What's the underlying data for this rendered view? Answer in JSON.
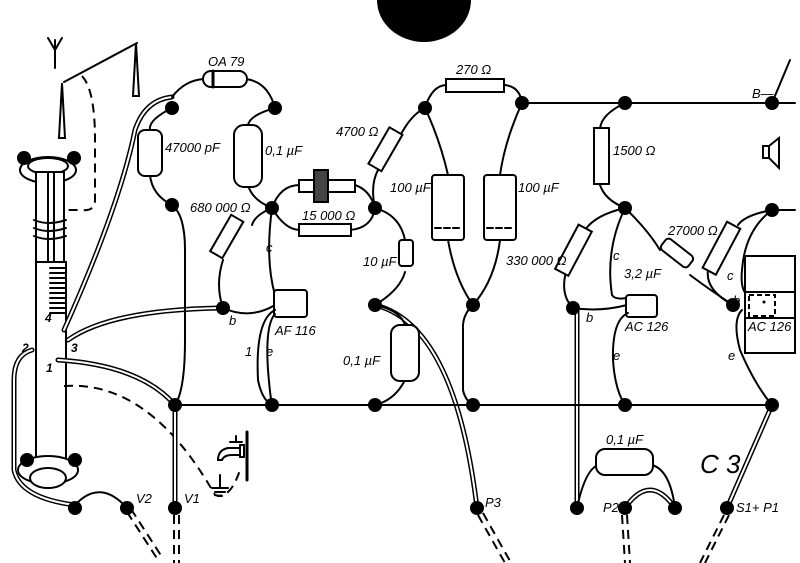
{
  "diagram": {
    "title": "C 3",
    "colors": {
      "ink": "#000000",
      "paper": "#ffffff"
    },
    "components": {
      "diode": "OA 79",
      "c1": "47000 pF",
      "c2": "0,1 µF",
      "r_680k": "680 000 Ω",
      "r_15k": "15 000 Ω",
      "r_4700": "4700 Ω",
      "r_270": "270 Ω",
      "c_100a": "100 µF",
      "c_100b": "100 µF",
      "c_10": "10 µF",
      "c_01_mid": "0,1 µF",
      "r_330k": "330 000 Ω",
      "r_1500": "1500 Ω",
      "c_32": "3,2 µF",
      "r_27k": "27000 Ω",
      "c_01_low": "0,1 µF",
      "t1": "AF 116",
      "t2": "AC 126",
      "t3": "AC 126"
    },
    "pins": {
      "b": "b",
      "c": "c",
      "e": "e",
      "one": "1",
      "coil1": "1",
      "coil2": "2",
      "coil3": "3",
      "coil4": "4"
    },
    "terminals": {
      "B": "B—",
      "V1": "V1",
      "V2": "V2",
      "P3": "P3",
      "P2": "P2",
      "S1P1": "S1+ P1"
    },
    "icons": [
      "antenna-icon",
      "speaker-icon",
      "water-tap-icon",
      "ground-icon"
    ]
  }
}
